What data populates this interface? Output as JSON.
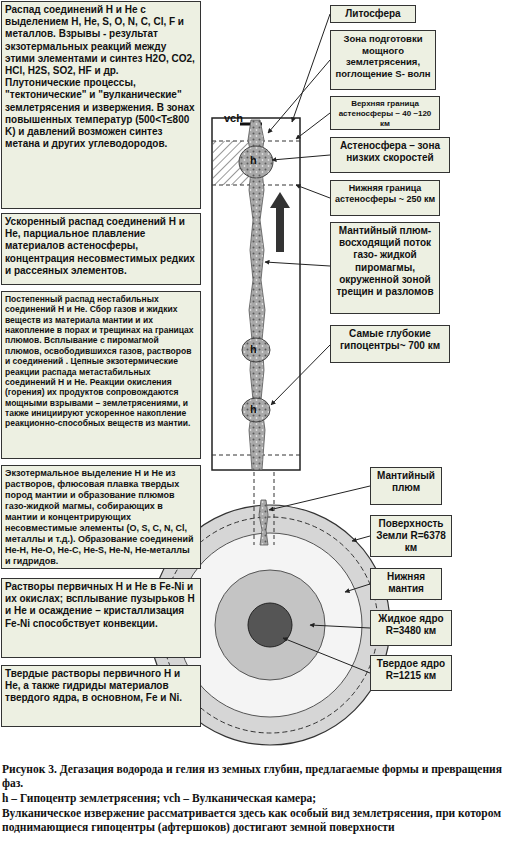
{
  "diagram": {
    "caption": "Рисунок 3. Дегазация водорода и гелия из земных глубин, предлагаемые формы и превращения фаз.",
    "nodes": [
      {
        "text": [
          "Распад соединений H и He с выделением H, He, S, O, N, C, Cl, F и металлов. Взрывы - результат экзотермальных реакций между этими элементами и синтез H2O, CO2, HCl, H2S, SO2, HF и др. Плутонические процессы, \"тектонические\" и \"вулканические\" землетрясения и извержения. В зонах повышенных температур (500<T≤800 K) и давлений возможен синтез метана и других углеводородов."
        ]
      },
      {
        "text": [
          "Ускоренный распад соединений H и He, парциальное плавление материалов астеносферы, концентрация несовместимых редких и рассеяных элементов."
        ]
      },
      {
        "text": [
          "Постепенный распад нестабильных соединений H и He. Сбор газов и жидких веществ из материала мантии и их накопление в порах и трещинах на границах плюмов. Всплывание с пиромагмой плюмов, освободившихся газов, растворов и соединений . Цепные экзотермические реакции распада метастабильных соединений H и He. Реакции окисления (горения) их продуктов сопровождаются мощными взрывами – землетрясениями, и также инициируют ускоренное накопление реакционно-способных веществ из мантии."
        ]
      },
      {
        "text": [
          "Экзотермальное выделение H и He из растворов, флюсовая плавка твердых пород мантии и образование плюмов газо-жидкой магмы, собирающих в мантии и концентрирующих несовместимые элементы (O, S, C, N, Cl, металлы и т.д.). Образование соединений He-H, He-O, He-C, He-S, He-N, He-металлы и гидридов."
        ]
      },
      {
        "text": [
          "Растворы первичных H и He в Fe-Ni и их окислах; всплывание пузырьков H и He и осаждение – кристаллизация Fe-Ni способствует конвекции."
        ]
      },
      {
        "text": [
          "Твердые растворы первичного H и He, а также гидриды материалов твердого ядра, в основном, Fe и Ni."
        ]
      },
      {
        "text": [
          "Литосфера"
        ]
      },
      {
        "text": [
          "Зона подготовки мощного землетрясения, поглощение S- волн"
        ]
      },
      {
        "text": [
          "Верхняя граница астеносферы ~ 40 ~120 км"
        ]
      },
      {
        "text": [
          "Астеносфера – зона низких скоростей"
        ]
      },
      {
        "text": [
          "Нижняя граница астеносферы ~ 250 км"
        ]
      },
      {
        "text": [
          "Мантийный плюм- восходящий поток газо- жидкой пиромагмы, окруженной зоной трещин и разломов"
        ]
      },
      {
        "text": [
          "Самые глубокие гипоцентры~ 700 км"
        ]
      },
      {
        "text": [
          "Мантийный плюм"
        ]
      },
      {
        "text": [
          "Поверхность Земли R=6378 км"
        ]
      },
      {
        "text": [
          "Нижняя мантия"
        ]
      },
      {
        "text": [
          "Жидкое ядро R=3480 км"
        ]
      },
      {
        "text": [
          "Твердое ядро R=1215 км"
        ]
      }
    ],
    "labels": [
      "vch",
      "h",
      "h",
      "h",
      "h – Гипоцентр землетрясения; vch – Вулканическая камера;",
      "Вулканическое извержение рассматривается здесь как особый вид землетрясения, при котором поднимающиеся гипоцентры (афтершоков) достигают земной поверхности"
    ]
  }
}
